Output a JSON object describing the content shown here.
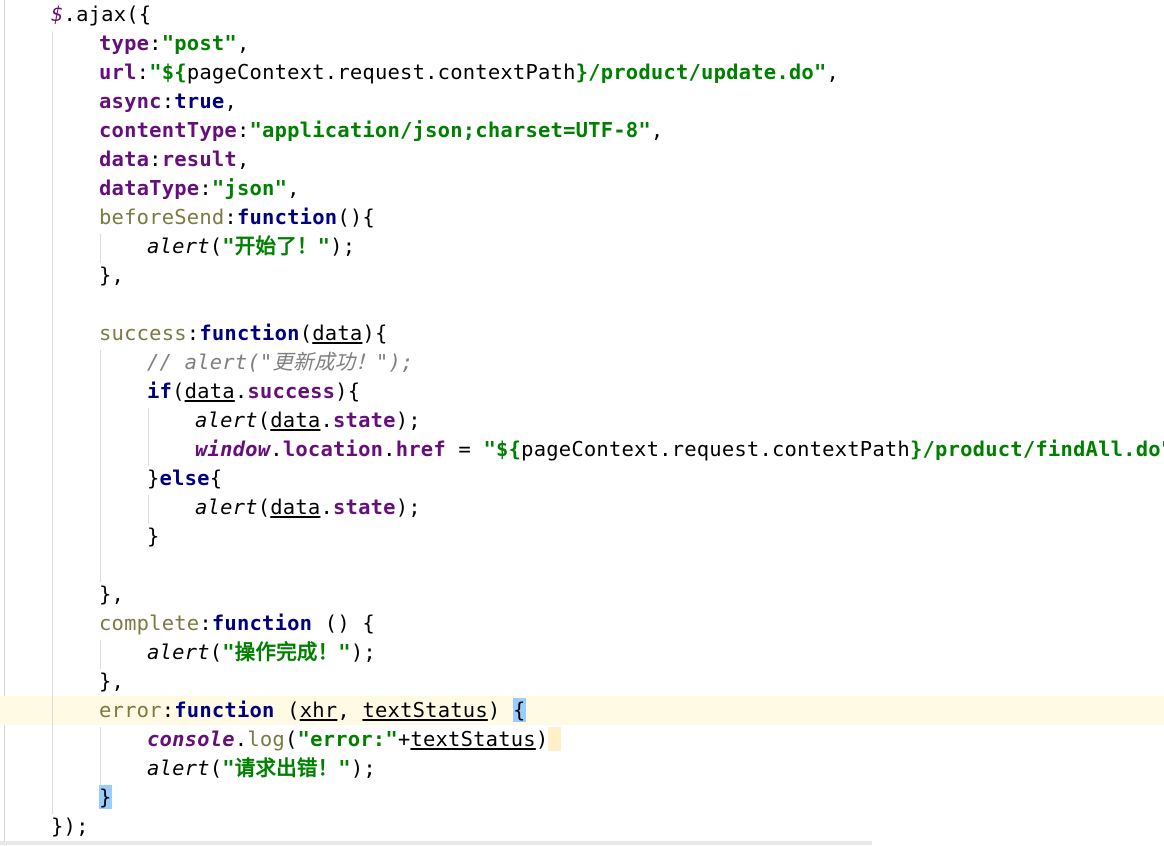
{
  "editor": {
    "language": "javascript",
    "current_line_index": 24,
    "lines": [
      {
        "indent": 1,
        "tokens": [
          {
            "t": "$",
            "c": "t-dollar"
          },
          {
            "t": ".ajax({",
            "c": "t-plain"
          }
        ]
      },
      {
        "indent": 2,
        "tokens": [
          {
            "t": "type",
            "c": "t-prop"
          },
          {
            "t": ":",
            "c": "t-plain"
          },
          {
            "t": "\"post\"",
            "c": "t-str"
          },
          {
            "t": ",",
            "c": "t-plain"
          }
        ]
      },
      {
        "indent": 2,
        "tokens": [
          {
            "t": "url",
            "c": "t-prop"
          },
          {
            "t": ":",
            "c": "t-plain"
          },
          {
            "t": "\"${",
            "c": "t-str"
          },
          {
            "t": "pageContext.request.contextPath",
            "c": "t-plain"
          },
          {
            "t": "}/product/update.do\"",
            "c": "t-str"
          },
          {
            "t": ",",
            "c": "t-plain"
          }
        ]
      },
      {
        "indent": 2,
        "tokens": [
          {
            "t": "async",
            "c": "t-prop"
          },
          {
            "t": ":",
            "c": "t-plain"
          },
          {
            "t": "true",
            "c": "t-kw"
          },
          {
            "t": ",",
            "c": "t-plain"
          }
        ]
      },
      {
        "indent": 2,
        "tokens": [
          {
            "t": "contentType",
            "c": "t-prop"
          },
          {
            "t": ":",
            "c": "t-plain"
          },
          {
            "t": "\"application/json;charset=UTF-8\"",
            "c": "t-str"
          },
          {
            "t": ",",
            "c": "t-plain"
          }
        ]
      },
      {
        "indent": 2,
        "tokens": [
          {
            "t": "data",
            "c": "t-prop"
          },
          {
            "t": ":",
            "c": "t-plain"
          },
          {
            "t": "result",
            "c": "t-prop"
          },
          {
            "t": ",",
            "c": "t-plain"
          }
        ]
      },
      {
        "indent": 2,
        "tokens": [
          {
            "t": "dataType",
            "c": "t-prop"
          },
          {
            "t": ":",
            "c": "t-plain"
          },
          {
            "t": "\"json\"",
            "c": "t-str"
          },
          {
            "t": ",",
            "c": "t-plain"
          }
        ]
      },
      {
        "indent": 2,
        "tokens": [
          {
            "t": "beforeSend",
            "c": "t-fnprop"
          },
          {
            "t": ":",
            "c": "t-plain"
          },
          {
            "t": "function",
            "c": "t-kw"
          },
          {
            "t": "(){",
            "c": "t-plain"
          }
        ]
      },
      {
        "indent": 3,
        "tokens": [
          {
            "t": "alert",
            "c": "t-ital"
          },
          {
            "t": "(",
            "c": "t-plain"
          },
          {
            "t": "\"开始了！\"",
            "c": "t-str"
          },
          {
            "t": ");",
            "c": "t-plain"
          }
        ]
      },
      {
        "indent": 2,
        "tokens": [
          {
            "t": "},",
            "c": "t-plain"
          }
        ]
      },
      {
        "indent": 0,
        "tokens": []
      },
      {
        "indent": 2,
        "tokens": [
          {
            "t": "success",
            "c": "t-fnprop"
          },
          {
            "t": ":",
            "c": "t-plain"
          },
          {
            "t": "function",
            "c": "t-kw"
          },
          {
            "t": "(",
            "c": "t-plain"
          },
          {
            "t": "data",
            "c": "t-param"
          },
          {
            "t": "){",
            "c": "t-plain"
          }
        ]
      },
      {
        "indent": 3,
        "tokens": [
          {
            "t": "// alert(\"更新成功！\");",
            "c": "t-comment"
          }
        ]
      },
      {
        "indent": 3,
        "tokens": [
          {
            "t": "if",
            "c": "t-kw"
          },
          {
            "t": "(",
            "c": "t-plain"
          },
          {
            "t": "data",
            "c": "t-param"
          },
          {
            "t": ".",
            "c": "t-plain"
          },
          {
            "t": "success",
            "c": "t-prop"
          },
          {
            "t": "){",
            "c": "t-plain"
          }
        ]
      },
      {
        "indent": 4,
        "tokens": [
          {
            "t": "alert",
            "c": "t-ital"
          },
          {
            "t": "(",
            "c": "t-plain"
          },
          {
            "t": "data",
            "c": "t-param"
          },
          {
            "t": ".",
            "c": "t-plain"
          },
          {
            "t": "state",
            "c": "t-prop"
          },
          {
            "t": ");",
            "c": "t-plain"
          }
        ]
      },
      {
        "indent": 4,
        "tokens": [
          {
            "t": "window",
            "c": "t-glob"
          },
          {
            "t": ".",
            "c": "t-plain"
          },
          {
            "t": "location",
            "c": "t-prop"
          },
          {
            "t": ".",
            "c": "t-plain"
          },
          {
            "t": "href",
            "c": "t-prop"
          },
          {
            "t": " = ",
            "c": "t-plain"
          },
          {
            "t": "\"${",
            "c": "t-str"
          },
          {
            "t": "pageContext.request.contextPath",
            "c": "t-plain"
          },
          {
            "t": "}/product/findAll.do\"",
            "c": "t-str"
          },
          {
            "t": ";",
            "c": "t-plain"
          }
        ]
      },
      {
        "indent": 3,
        "tokens": [
          {
            "t": "}",
            "c": "t-plain"
          },
          {
            "t": "else",
            "c": "t-kw"
          },
          {
            "t": "{",
            "c": "t-plain"
          }
        ]
      },
      {
        "indent": 4,
        "tokens": [
          {
            "t": "alert",
            "c": "t-ital"
          },
          {
            "t": "(",
            "c": "t-plain"
          },
          {
            "t": "data",
            "c": "t-param"
          },
          {
            "t": ".",
            "c": "t-plain"
          },
          {
            "t": "state",
            "c": "t-prop"
          },
          {
            "t": ");",
            "c": "t-plain"
          }
        ]
      },
      {
        "indent": 3,
        "tokens": [
          {
            "t": "}",
            "c": "t-plain"
          }
        ]
      },
      {
        "indent": 0,
        "tokens": []
      },
      {
        "indent": 2,
        "tokens": [
          {
            "t": "},",
            "c": "t-plain"
          }
        ]
      },
      {
        "indent": 2,
        "tokens": [
          {
            "t": "complete",
            "c": "t-fnprop"
          },
          {
            "t": ":",
            "c": "t-plain"
          },
          {
            "t": "function",
            "c": "t-kw"
          },
          {
            "t": " () {",
            "c": "t-plain"
          }
        ]
      },
      {
        "indent": 3,
        "tokens": [
          {
            "t": "alert",
            "c": "t-ital"
          },
          {
            "t": "(",
            "c": "t-plain"
          },
          {
            "t": "\"操作完成！\"",
            "c": "t-str"
          },
          {
            "t": ");",
            "c": "t-plain"
          }
        ]
      },
      {
        "indent": 2,
        "tokens": [
          {
            "t": "},",
            "c": "t-plain"
          }
        ]
      },
      {
        "indent": 2,
        "tokens": [
          {
            "t": "error",
            "c": "t-fnprop"
          },
          {
            "t": ":",
            "c": "t-plain"
          },
          {
            "t": "function",
            "c": "t-kw"
          },
          {
            "t": " (",
            "c": "t-plain"
          },
          {
            "t": "xhr",
            "c": "t-param"
          },
          {
            "t": ", ",
            "c": "t-plain"
          },
          {
            "t": "textStatus",
            "c": "t-param"
          },
          {
            "t": ") ",
            "c": "t-plain"
          },
          {
            "t": "{",
            "c": "brace-hl"
          }
        ]
      },
      {
        "indent": 3,
        "tokens": [
          {
            "t": "console",
            "c": "t-glob"
          },
          {
            "t": ".",
            "c": "t-plain"
          },
          {
            "t": "log",
            "c": "t-call"
          },
          {
            "t": "(",
            "c": "t-plain"
          },
          {
            "t": "\"error:\"",
            "c": "t-str"
          },
          {
            "t": "+",
            "c": "t-plain"
          },
          {
            "t": "textStatus",
            "c": "t-param"
          },
          {
            "t": ")",
            "c": "t-plain"
          },
          {
            "t": " ",
            "c": "brace-soft"
          }
        ]
      },
      {
        "indent": 3,
        "tokens": [
          {
            "t": "alert",
            "c": "t-ital"
          },
          {
            "t": "(",
            "c": "t-plain"
          },
          {
            "t": "\"请求出错！\"",
            "c": "t-str"
          },
          {
            "t": ");",
            "c": "t-plain"
          }
        ]
      },
      {
        "indent": 2,
        "tokens": [
          {
            "t": "}",
            "c": "brace-hl"
          }
        ]
      },
      {
        "indent": 1,
        "tokens": [
          {
            "t": "});",
            "c": "t-plain"
          }
        ]
      }
    ]
  }
}
